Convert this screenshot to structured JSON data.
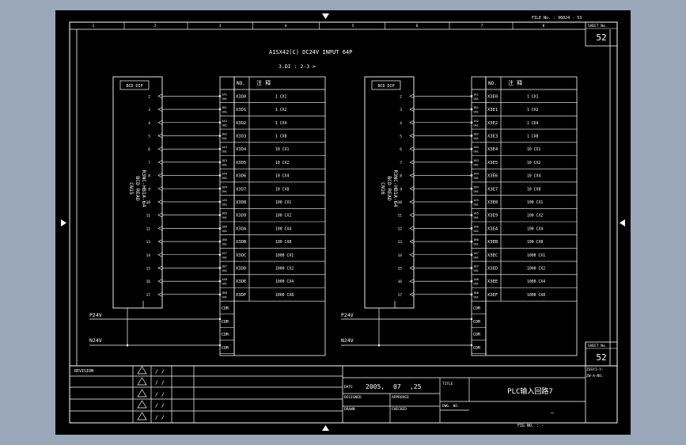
{
  "sheet": {
    "header_right": "FILE No. : 96024   - 53",
    "sheet_no_label": "SHEET No.",
    "sheet_no": "52",
    "col_ticks": [
      "1",
      "2",
      "3",
      "4",
      "5",
      "6",
      "7",
      "8"
    ],
    "module_title": "A1SX42(C)  DC24V  INPUT  64P",
    "module_sub": "3.DI : 2-3 >",
    "bcd_label": "BCD DIP",
    "connectors": [
      {
        "lines": [
          "CN15",
          "BCD READ",
          "R3NC-HB1A-64"
        ]
      },
      {
        "lines": [
          "CN16",
          "BCD READ",
          "R3NC-HB1A-64"
        ]
      }
    ],
    "pin_numbers": [
      "2",
      "3",
      "4",
      "5",
      "6",
      "7",
      "8",
      "9",
      "10",
      "11",
      "12",
      "13",
      "14",
      "15",
      "16",
      "17"
    ],
    "pin_tags": [
      "1A1",
      "1B1",
      "1A2",
      "1B2",
      "1A3",
      "1B3",
      "1A4",
      "1B4",
      "1A5",
      "1B5",
      "1A6",
      "1B6",
      "1A7",
      "1B7",
      "1A8",
      "1B8"
    ],
    "power_rails": [
      "P24V",
      "N24V"
    ],
    "table_header": {
      "no": "NO.",
      "name": "注 释"
    },
    "tables": [
      {
        "addresses": [
          "X3D0",
          "X3D1",
          "X3D2",
          "X3D3",
          "X3D4",
          "X3D5",
          "X3D6",
          "X3D7",
          "X3D8",
          "X3D9",
          "X3DA",
          "X3DB",
          "X3DC",
          "X3DD",
          "X3DE",
          "X3DF"
        ],
        "descriptions": [
          "1 CX1",
          "1 CX2",
          "1 CX4",
          "1 CX8",
          "10 CX1",
          "10 CX2",
          "10 CX4",
          "10 CX8",
          "100 CX1",
          "100 CX2",
          "100 CX4",
          "100 CX8",
          "1000 CX1",
          "1000 CX2",
          "1000 CX4",
          "1000 CX8"
        ]
      },
      {
        "addresses": [
          "X3E0",
          "X3E1",
          "X3E2",
          "X3E3",
          "X3E4",
          "X3E5",
          "X3E6",
          "X3E7",
          "X3E8",
          "X3E9",
          "X3EA",
          "X3EB",
          "X3EC",
          "X3ED",
          "X3EE",
          "X3EF"
        ],
        "descriptions": [
          "1 CX1",
          "1 CX2",
          "1 CX4",
          "1 CX8",
          "10 CX1",
          "10 CX2",
          "10 CX4",
          "10 CX8",
          "100 CX1",
          "100 CX2",
          "100 CX4",
          "100 CX8",
          "1000 CX1",
          "1000 CX2",
          "1000 CX4",
          "1000 CX8"
        ]
      }
    ],
    "com_tags": [
      "COM",
      "COM",
      "COM",
      "COM"
    ],
    "title_block": {
      "revision_label": "REVISION",
      "rev_rows": [
        "/ /",
        "/ /",
        "/ /",
        "/ /",
        "/ /"
      ],
      "date_label": "DATE",
      "date_year": "2005,",
      "date_month": "07",
      "date_day": ",25",
      "title_label": "TITLE",
      "title": "PLC输入回路7",
      "drawn_label": "DRAWN",
      "checked_label": "CHECKED",
      "designed_label": "DESIGNED",
      "approved_label": "APPROVED",
      "dwg_no_label": "DWG. NO.",
      "dwg_no": "—",
      "sheet_no_label": "SHEET No.",
      "sheet_no": "52",
      "right_small_1": "ZSSY1-Y-",
      "right_small_2": "ZW-A-NO.",
      "fig_no": "FIG NO. :          -"
    }
  }
}
